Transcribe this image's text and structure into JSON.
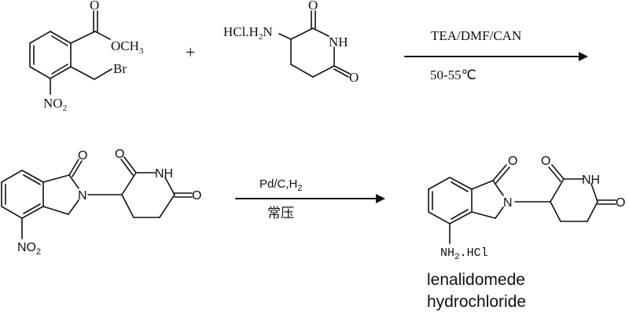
{
  "reactant1": {
    "ester_label": "OCH",
    "ester_sub": "3",
    "carbonyl_o": "O",
    "halide": "Br",
    "nitro": "NO",
    "nitro_sub": "2"
  },
  "plus": "+",
  "reactant2": {
    "amine_prefix": "HCl.H",
    "amine_sub": "2",
    "amine_n": "N",
    "o_top": "O",
    "nh": "NH",
    "o_bottom": "O"
  },
  "step1": {
    "reagents": "TEA/DMF/CAN",
    "conditions": "50-55℃"
  },
  "intermediate": {
    "o_lactam": "O",
    "n": "N",
    "o_top": "O",
    "nh": "NH",
    "o_right": "O",
    "nitro": "NO",
    "nitro_sub": "2"
  },
  "step2": {
    "reagents": "Pd/C,H",
    "reagents_sub": "2",
    "conditions": "常压"
  },
  "product": {
    "o_lactam": "O",
    "n": "N",
    "o_top": "O",
    "nh": "NH",
    "o_right": "O",
    "amine": "NH",
    "amine_sub": "2",
    "salt": ".HCl",
    "name_line1": "lenalidomede",
    "name_line2": "hydrochloride"
  }
}
